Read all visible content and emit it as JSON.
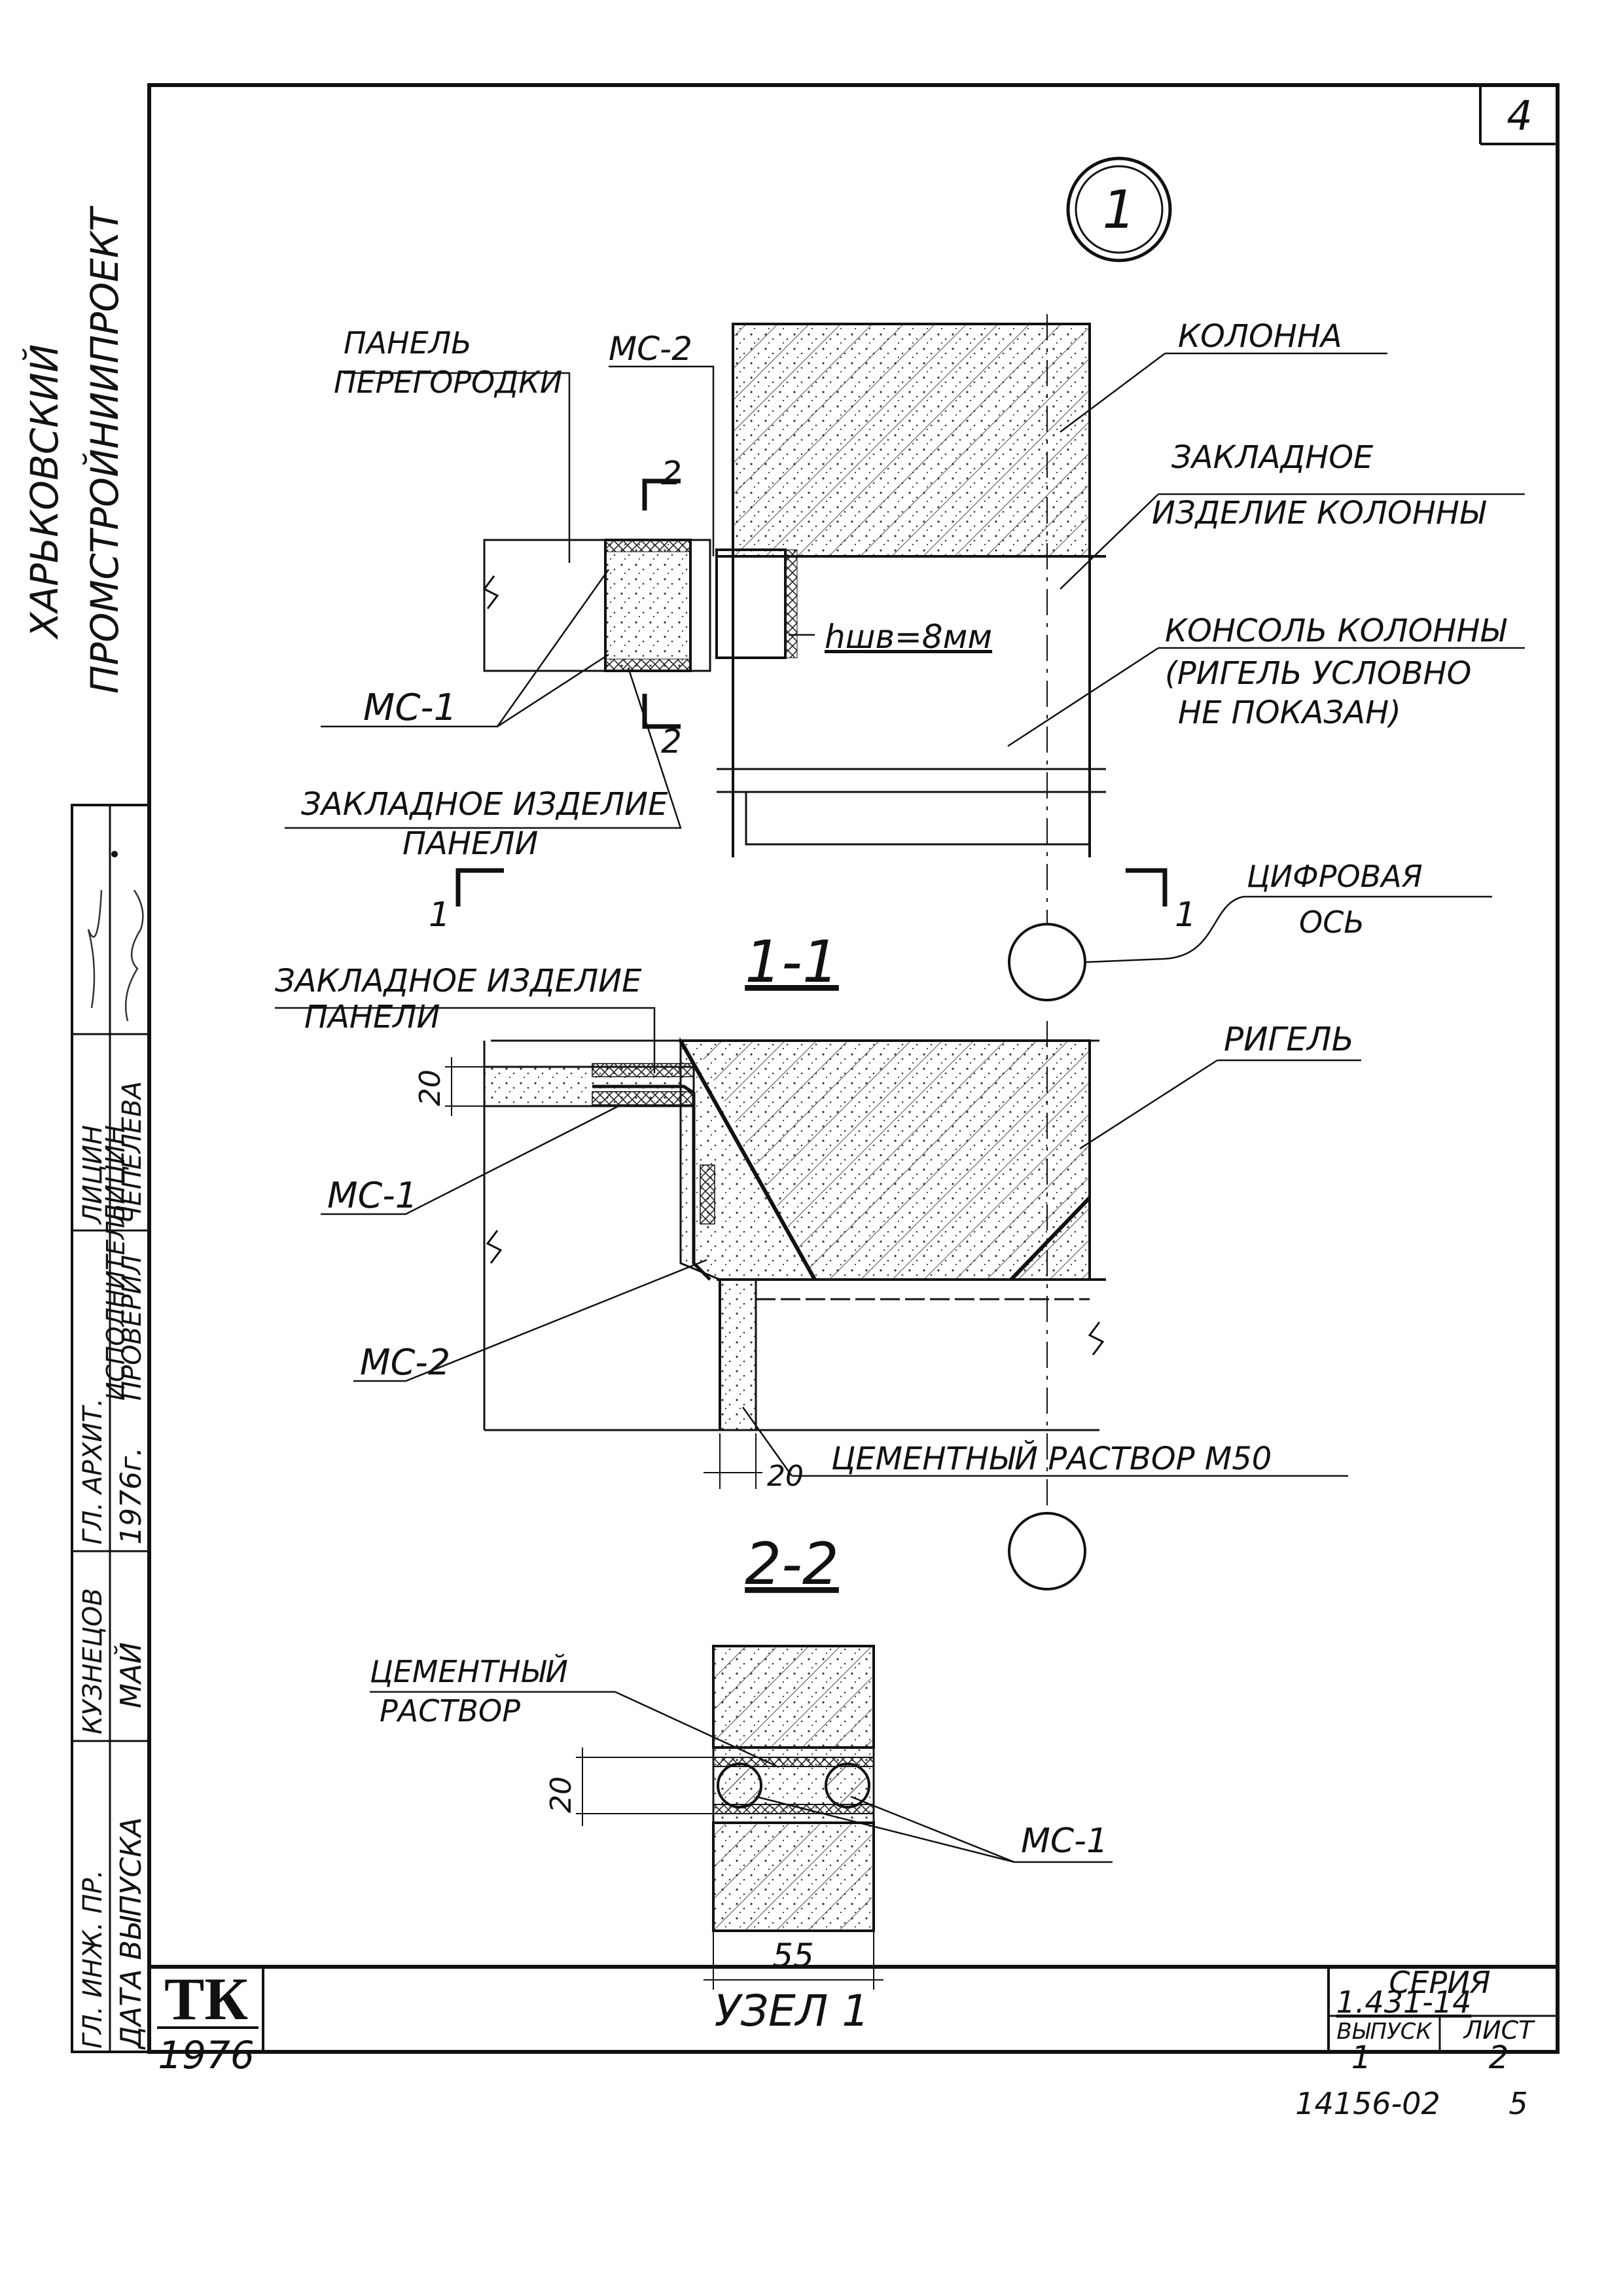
{
  "sheet": {
    "page_number": "4",
    "org_line1": "ХАРЬКОВСКИЙ",
    "org_line2": "ПРОМСТРОЙНИИПРОЕКТ"
  },
  "node": {
    "callout_number": "1",
    "labels": {
      "panel_line1": "ПАНЕЛЬ",
      "panel_line2": "ПЕРЕГОРОДКИ",
      "mc2_top": "МС-2",
      "column": "КОЛОННА",
      "embedded_col_line1": "ЗАКЛАДНОЕ",
      "embedded_col_line2": "ИЗДЕЛИЕ КОЛОННЫ",
      "weld": "hшв=8мм",
      "console_line1": "КОНСОЛЬ КОЛОННЫ",
      "console_line2": "(РИГЕЛЬ УСЛОВНО",
      "console_line3": "НЕ ПОКАЗАН)",
      "mc1": "МС-1",
      "embedded_panel_line1": "ЗАКЛАДНОЕ ИЗДЕЛИЕ",
      "embedded_panel_line2": "ПАНЕЛИ",
      "digital_axis_line1": "ЦИФРОВАЯ",
      "digital_axis_line2": "ОСЬ",
      "cut2_top": "2",
      "cut2_bottom": "2",
      "cut1_left": "1",
      "cut1_right": "1"
    }
  },
  "section_1_1": {
    "title": "1-1",
    "embedded_line1": "ЗАКЛАДНОЕ ИЗДЕЛИЕ",
    "embedded_line2": "ПАНЕЛИ",
    "rigel": "РИГЕЛЬ",
    "mc1": "МС-1",
    "mc2": "МС-2",
    "dim_20": "20",
    "dim_20_bottom": "20",
    "mortar": "ЦЕМЕНТНЫЙ РАСТВОР М50"
  },
  "section_2_2": {
    "title": "2-2",
    "mortar_line1": "ЦЕМЕНТНЫЙ",
    "mortar_line2": "РАСТВОР",
    "dim_20": "20",
    "dim_55": "55",
    "mc1": "МС-1"
  },
  "side_stamp": {
    "col1": [
      "ГЛ. ИНЖ. ПР.",
      "ДАТА ВЫПУСКА"
    ],
    "col2": [
      "КУЗНЕЦОВ",
      "МАЙ"
    ],
    "col3": [
      "1976г."
    ],
    "col4": [
      "ГЛ. АРХИТ.",
      "ИСПОЛНИТЕЛЬ",
      "ПРОВЕРИЛ"
    ],
    "col5": [
      "ЛИЦИН",
      "ЛИЦИН",
      "ЧЕПЕЛЕВА"
    ]
  },
  "title_block": {
    "logo": "ТК",
    "year": "1976",
    "title": "УЗЕЛ 1",
    "series_label": "СЕРИЯ",
    "series_value": "1.431-14",
    "issue_label": "ВЫПУСК",
    "sheet_label": "ЛИСТ",
    "issue_value": "1",
    "sheet_value": "2",
    "archive_number": "14156-02",
    "archive_page": "5"
  }
}
